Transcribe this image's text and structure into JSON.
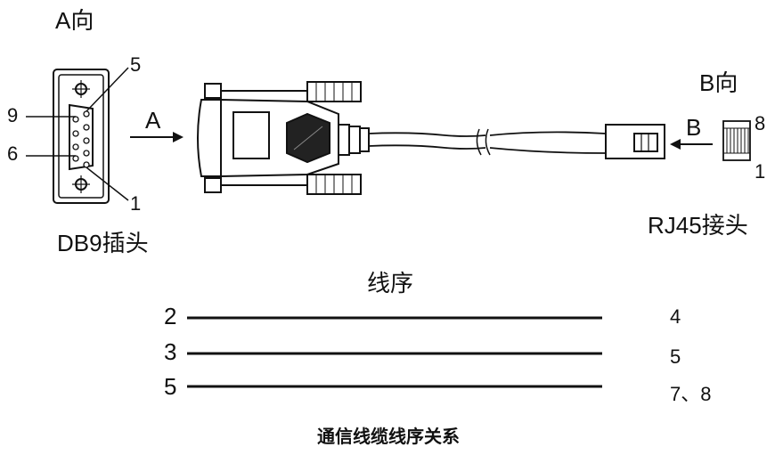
{
  "labels": {
    "a_direction": "A向",
    "b_direction": "B向",
    "a_arrow": "A",
    "b_arrow": "B",
    "db9_plug": "DB9插头",
    "rj45_plug": "RJ45接头",
    "db9_pin_5": "5",
    "db9_pin_9": "9",
    "db9_pin_6": "6",
    "db9_pin_1": "1",
    "rj45_pin_8": "8",
    "rj45_pin_1": "1",
    "wire_order_title": "线序",
    "caption": "通信线缆线序关系"
  },
  "wiring": [
    {
      "db9": "2",
      "rj45": "4"
    },
    {
      "db9": "3",
      "rj45": "5"
    },
    {
      "db9": "5",
      "rj45": "7、8"
    }
  ]
}
